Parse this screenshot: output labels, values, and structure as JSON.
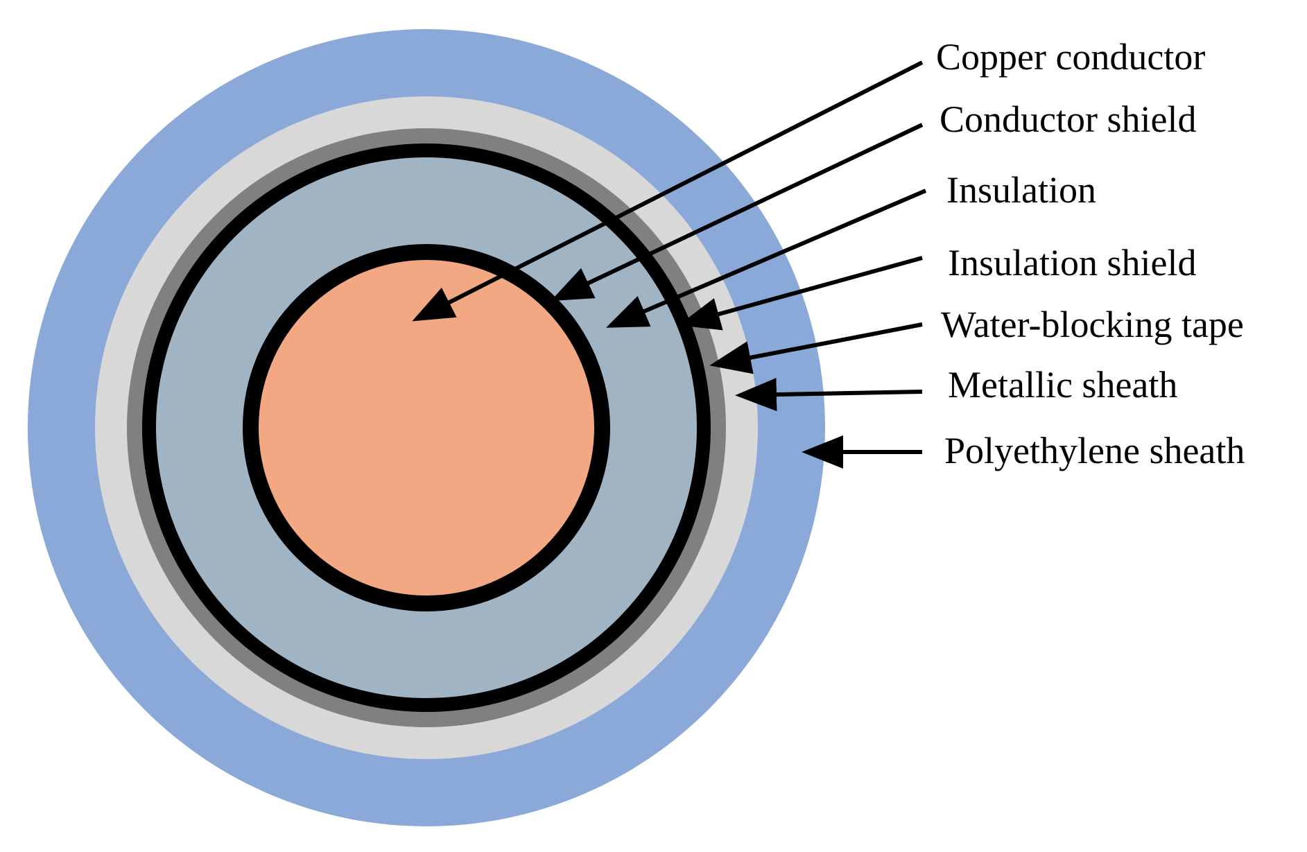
{
  "layers": [
    {
      "key": "polyethylene_sheath",
      "label": "Polyethylene sheath",
      "color": "#8aa8d8"
    },
    {
      "key": "metallic_sheath",
      "label": "Metallic sheath",
      "color": "#d8d8d8"
    },
    {
      "key": "water_blocking_tape",
      "label": "Water-blocking tape",
      "color": "#808080"
    },
    {
      "key": "insulation_shield",
      "label": "Insulation shield",
      "color": "#000000"
    },
    {
      "key": "insulation",
      "label": "Insulation",
      "color": "#a0b4c4"
    },
    {
      "key": "conductor_shield",
      "label": "Conductor shield",
      "color": "#000000"
    },
    {
      "key": "copper_conductor",
      "label": "Copper conductor",
      "color": "#f2a882"
    }
  ],
  "labels": {
    "copper_conductor": "Copper conductor",
    "conductor_shield": "Conductor shield",
    "insulation": "Insulation",
    "insulation_shield": "Insulation shield",
    "water_blocking_tape": "Water-blocking tape",
    "metallic_sheath": "Metallic sheath",
    "polyethylene_sheath": "Polyethylene sheath"
  }
}
